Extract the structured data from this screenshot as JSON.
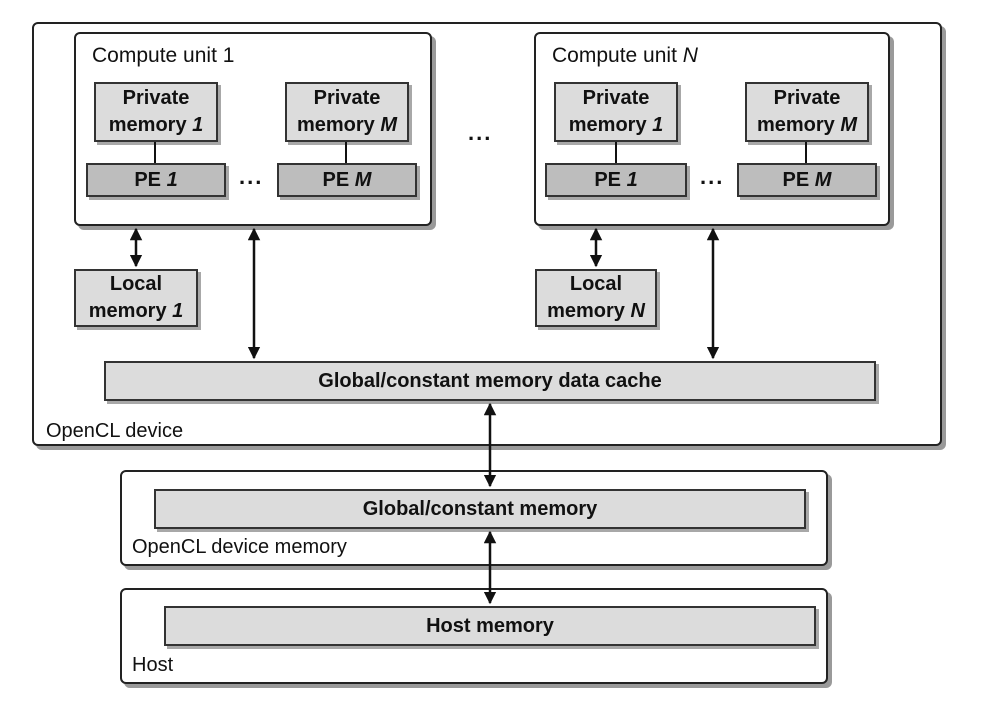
{
  "device": {
    "label": "OpenCL device",
    "ellipsis_between_units": "...",
    "compute_units": [
      {
        "title_prefix": "Compute unit ",
        "title_index": "1",
        "private_memory_prefix": "Private memory ",
        "private_memory_1_index": "1",
        "private_memory_m_index": "M",
        "pe_prefix": "PE ",
        "pe_1_index": "1",
        "pe_m_index": "M",
        "ellipsis": "...",
        "local_memory_prefix": "Local memory ",
        "local_memory_index": "1"
      },
      {
        "title_prefix": "Compute unit ",
        "title_index": "N",
        "private_memory_prefix": "Private memory ",
        "private_memory_1_index": "1",
        "private_memory_m_index": "M",
        "pe_prefix": "PE ",
        "pe_1_index": "1",
        "pe_m_index": "M",
        "ellipsis": "...",
        "local_memory_prefix": "Local memory ",
        "local_memory_index": "N"
      }
    ],
    "cache_label": "Global/constant memory data cache"
  },
  "device_memory": {
    "label": "OpenCL device memory",
    "global_memory_label": "Global/constant memory"
  },
  "host": {
    "label": "Host",
    "host_memory_label": "Host memory"
  }
}
